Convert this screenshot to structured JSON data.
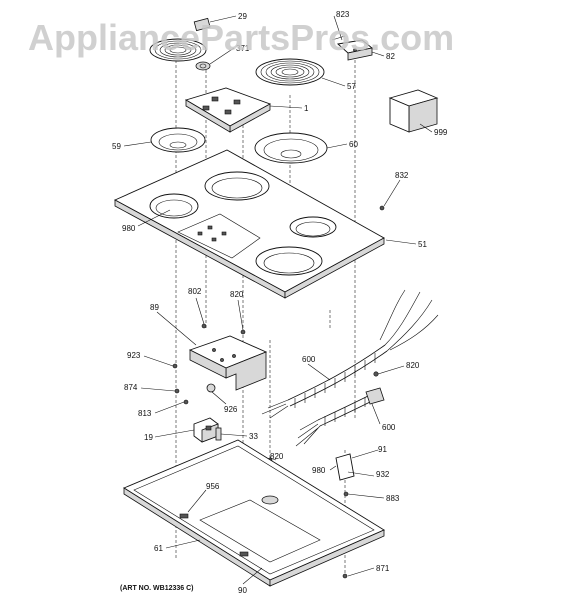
{
  "watermark": "AppliancePartsPros.com",
  "art_number": "(ART NO. WB12336 C)",
  "callouts": {
    "c29": "29",
    "c823": "823",
    "c371": "371",
    "c82": "82",
    "c57": "57",
    "c1": "1",
    "c999": "999",
    "c59": "59",
    "c60": "60",
    "c832": "832",
    "c980a": "980",
    "c51": "51",
    "c89": "89",
    "c802": "802",
    "c820a": "820",
    "c923": "923",
    "c600a": "600",
    "c820b": "820",
    "c874": "874",
    "c926": "926",
    "c813": "813",
    "c600b": "600",
    "c19": "19",
    "c33": "33",
    "c91": "91",
    "c820c": "820",
    "c980b": "980",
    "c932": "932",
    "c956": "956",
    "c883": "883",
    "c61": "61",
    "c90": "90",
    "c871": "871"
  }
}
